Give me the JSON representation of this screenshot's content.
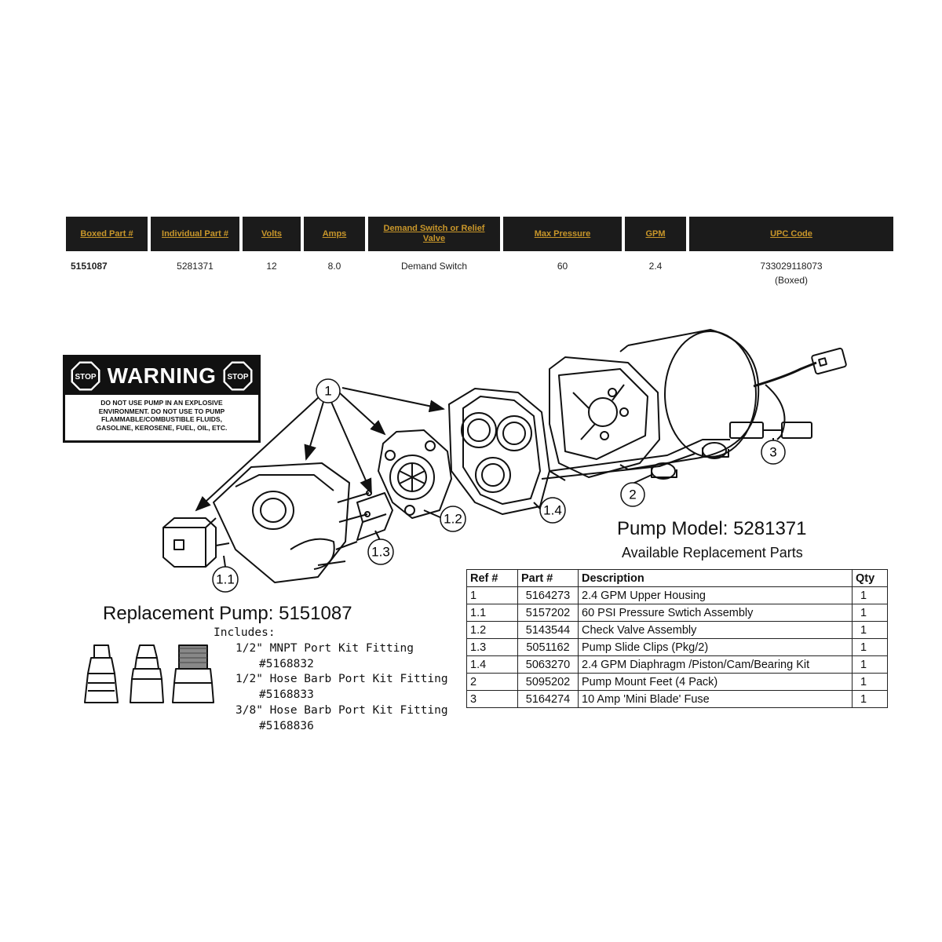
{
  "spec_table": {
    "headers": [
      "Boxed Part #",
      "Individual Part #",
      "Volts",
      "Amps",
      "Demand Switch or Relief Valve",
      "Max Pressure",
      "GPM",
      "UPC Code"
    ],
    "row": [
      "5151087",
      "5281371",
      "12",
      "8.0",
      "Demand Switch",
      "60",
      "2.4",
      "733029118073"
    ],
    "upc_note": "(Boxed)"
  },
  "warning": {
    "stop_label": "STOP",
    "title": "WARNING",
    "lines": [
      "DO NOT USE PUMP IN AN EXPLOSIVE",
      "ENVIRONMENT. DO NOT USE TO PUMP",
      "FLAMMABLE/COMBUSTIBLE FLUIDS,",
      "GASOLINE, KEROSENE, FUEL, OIL, ETC."
    ]
  },
  "diagram": {
    "callouts": [
      "1",
      "1.1",
      "1.2",
      "1.3",
      "1.4",
      "2",
      "3"
    ]
  },
  "pump_model": {
    "title": "Pump Model:  5281371",
    "subtitle": "Available Replacement Parts"
  },
  "parts_table": {
    "headers": [
      "Ref #",
      "Part #",
      "Description",
      "Qty"
    ],
    "rows": [
      [
        "1",
        "5164273",
        "2.4 GPM Upper Housing",
        "1"
      ],
      [
        "1.1",
        "5157202",
        "60 PSI Pressure Swtich Assembly",
        "1"
      ],
      [
        "1.2",
        "5143544",
        "Check Valve Assembly",
        "1"
      ],
      [
        "1.3",
        "5051162",
        "Pump Slide Clips (Pkg/2)",
        "1"
      ],
      [
        "1.4",
        "5063270",
        "2.4 GPM Diaphragm /Piston/Cam/Bearing Kit",
        "1"
      ],
      [
        "2",
        "5095202",
        "Pump Mount Feet (4 Pack)",
        "1"
      ],
      [
        "3",
        "5164274",
        "10 Amp 'Mini Blade' Fuse",
        "1"
      ]
    ]
  },
  "replacement": {
    "title": "Replacement Pump:  5151087",
    "includes": "Includes:",
    "fittings": [
      {
        "name": "1/2\" MNPT Port Kit Fitting",
        "part": "#5168832"
      },
      {
        "name": "1/2\" Hose Barb Port Kit Fitting",
        "part": "#5168833"
      },
      {
        "name": "3/8\" Hose Barb Port Kit Fitting",
        "part": "#5168836"
      }
    ]
  }
}
